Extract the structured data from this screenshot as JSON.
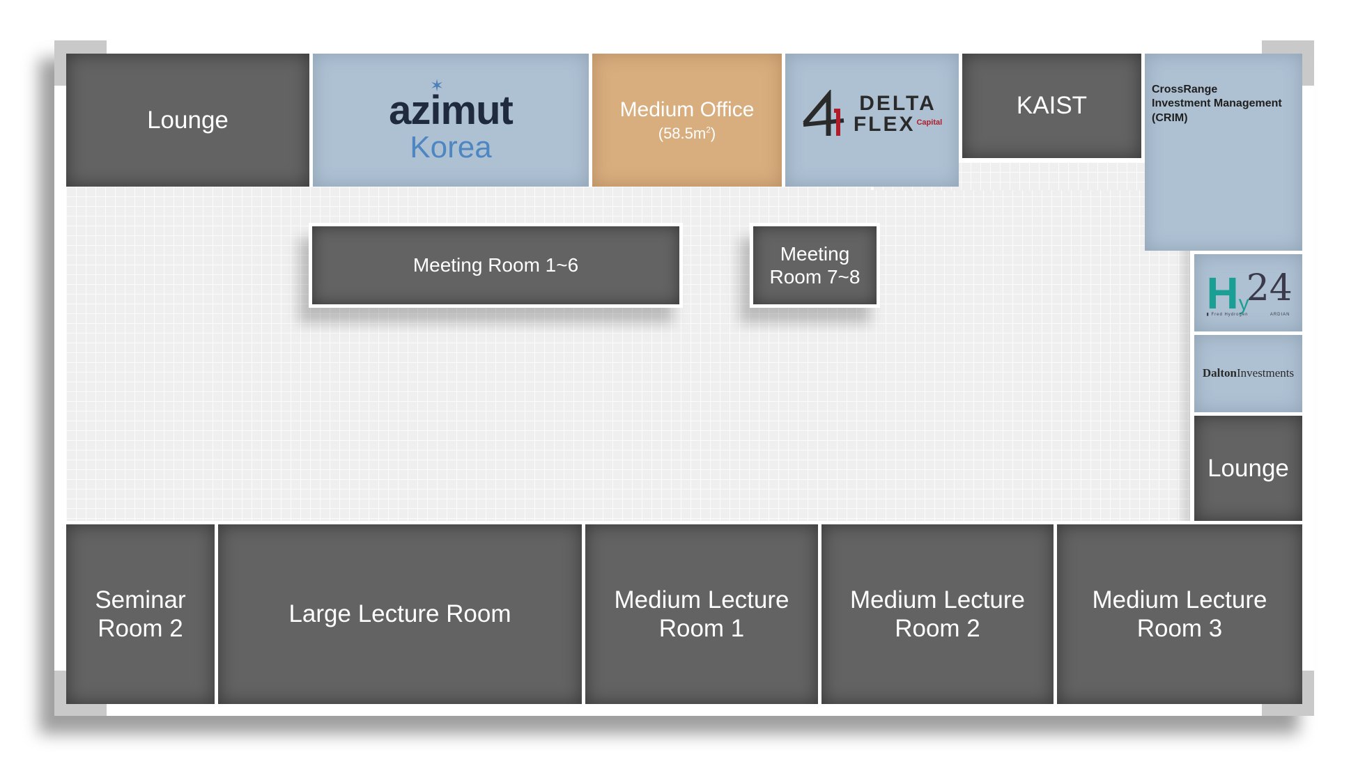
{
  "rooms": {
    "lounge_top": "Lounge",
    "azimut": {
      "mark": "✶",
      "brand": "azimut",
      "sub": "Korea"
    },
    "medium_office": {
      "name": "Medium Office",
      "area_prefix": "(58.5m",
      "area_sup": "2",
      "area_suffix": ")"
    },
    "delta_flex": {
      "line1": "DELTA",
      "line2": "FLEX",
      "tag": "Capital"
    },
    "kaist": "KAIST",
    "crim": {
      "line1": "CrossRange",
      "line2": "Investment Management",
      "line3": "(CRIM)"
    },
    "hy24": {
      "h": "H",
      "y": "y",
      "num": "24",
      "sub_left": "▮ Fred Hydrogen",
      "sub_right": "ARDIAN"
    },
    "dalton": {
      "bold": "Dalton",
      "rest": "Investments"
    },
    "lounge_right": "Lounge",
    "meeting_1_6": "Meeting Room 1~6",
    "meeting_7_8": {
      "line1": "Meeting",
      "line2": "Room 7~8"
    },
    "seminar_2": {
      "line1": "Seminar",
      "line2": "Room 2"
    },
    "large_lecture": "Large Lecture Room",
    "medium_lecture_1": {
      "line1": "Medium Lecture",
      "line2": "Room 1"
    },
    "medium_lecture_2": {
      "line1": "Medium Lecture",
      "line2": "Room 2"
    },
    "medium_lecture_3": {
      "line1": "Medium Lecture",
      "line2": "Room 3"
    }
  },
  "colors": {
    "room_dark": "#636363",
    "room_tenant": "#aec1d3",
    "room_available": "#d8ae7f",
    "floor": "#efefef"
  },
  "icons": {
    "azimut_logo": "azimut-logo-icon",
    "delta_flex_logo": "delta-flex-logo-icon",
    "hy24_logo": "hy24-logo-icon",
    "dalton_logo": "dalton-logo-icon"
  }
}
